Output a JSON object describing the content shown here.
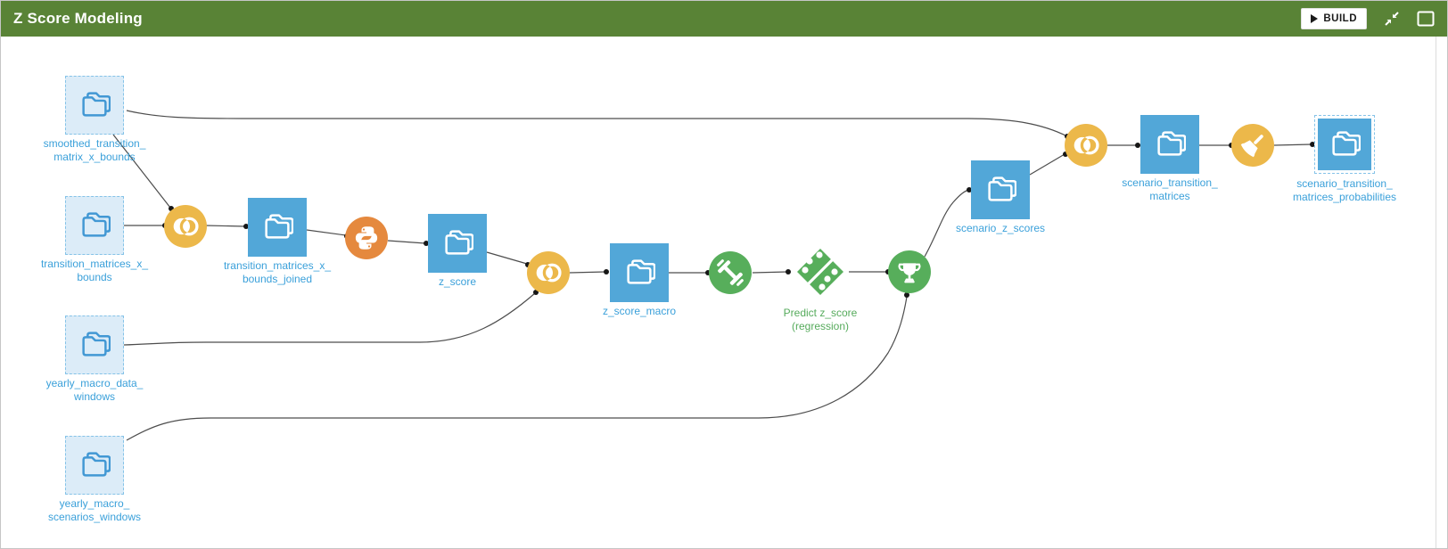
{
  "header": {
    "title": "Z Score Modeling",
    "build_label": "BUILD",
    "icons": [
      "play-icon",
      "collapse-arrows-icon",
      "window-icon"
    ]
  },
  "colors": {
    "header_green": "#598336",
    "dataset_blue": "#52a7d8",
    "dataset_label_blue": "#3aa0da",
    "shared_dataset_fill": "#dcecf8",
    "shared_dataset_border": "#85c3e8",
    "join_recipe_yellow": "#ecb84a",
    "python_recipe_orange": "#e5893e",
    "ml_green": "#57ae5b",
    "edge_gray": "#4d4d4d"
  },
  "nodes": [
    {
      "name": "smoothed_transition_matrix_x_bounds",
      "type": "shared-dataset",
      "lines": [
        "smoothed_transition_",
        "matrix_x_bounds"
      ]
    },
    {
      "name": "transition_matrices_x_bounds",
      "type": "shared-dataset",
      "lines": [
        "transition_matrices_x_",
        "bounds"
      ]
    },
    {
      "name": "yearly_macro_data_windows",
      "type": "shared-dataset",
      "lines": [
        "yearly_macro_data_",
        "windows"
      ]
    },
    {
      "name": "yearly_macro_scenarios_windows",
      "type": "shared-dataset",
      "lines": [
        "yearly_macro_",
        "scenarios_windows"
      ]
    },
    {
      "name": "transition_matrices_x_bounds_joined",
      "type": "dataset",
      "lines": [
        "transition_matrices_x_",
        "bounds_joined"
      ]
    },
    {
      "name": "z_score",
      "type": "dataset",
      "lines": [
        "z_score",
        ""
      ]
    },
    {
      "name": "z_score_macro",
      "type": "dataset",
      "lines": [
        "z_score_macro",
        ""
      ]
    },
    {
      "name": "predict_z_score",
      "type": "saved-model",
      "lines": [
        "Predict z_score",
        "(regression)"
      ]
    },
    {
      "name": "scenario_z_scores",
      "type": "dataset",
      "lines": [
        "scenario_z_scores",
        ""
      ]
    },
    {
      "name": "scenario_transition_matrices",
      "type": "dataset",
      "lines": [
        "scenario_transition_",
        "matrices"
      ]
    },
    {
      "name": "scenario_transition_matrices_probabilities",
      "type": "shared-dataset-output",
      "lines": [
        "scenario_transition_",
        "matrices_probabilities"
      ]
    }
  ],
  "recipes": [
    {
      "name": "join-recipe-1",
      "icon": "join-icon",
      "color": "#ecb84a"
    },
    {
      "name": "python-recipe",
      "icon": "python-icon",
      "color": "#e5893e"
    },
    {
      "name": "join-recipe-2",
      "icon": "join-icon",
      "color": "#ecb84a"
    },
    {
      "name": "train-recipe",
      "icon": "dumbbell-icon",
      "color": "#57ae5b"
    },
    {
      "name": "score-recipe",
      "icon": "trophy-icon",
      "color": "#57ae5b"
    },
    {
      "name": "join-recipe-3",
      "icon": "join-icon",
      "color": "#ecb84a"
    },
    {
      "name": "prepare-recipe",
      "icon": "broom-icon",
      "color": "#ecb84a"
    }
  ]
}
